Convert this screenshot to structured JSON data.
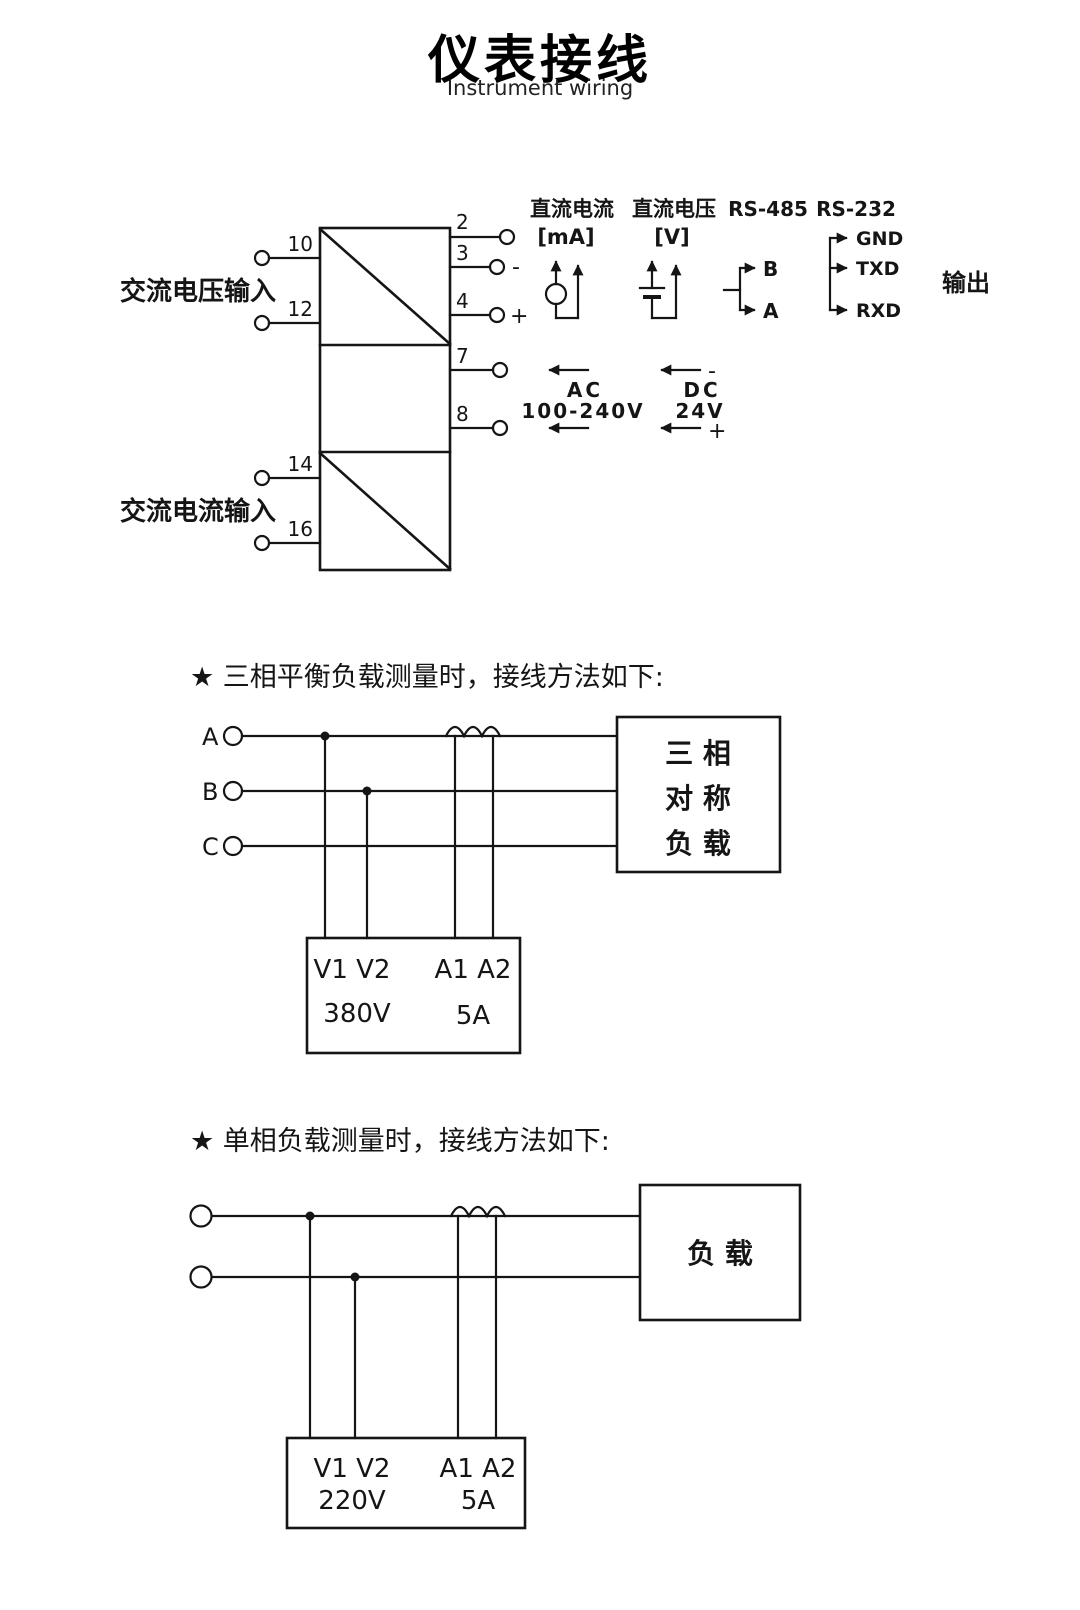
{
  "header": {
    "title": "仪表接线",
    "subtitle": "Instrument wiring"
  },
  "wiring": {
    "ac_voltage_input": "交流电压输入",
    "ac_current_input": "交流电流输入",
    "left_terminals": {
      "t10": "10",
      "t12": "12",
      "t14": "14",
      "t16": "16"
    },
    "right_terminals": {
      "t2": "2",
      "t3": "3",
      "t4": "4",
      "t7": "7",
      "t8": "8"
    },
    "t3_sign": "-",
    "t4_sign": "+",
    "dc_current_label": "直流电流",
    "dc_current_unit": "[mA]",
    "dc_voltage_label": "直流电压",
    "dc_voltage_unit": "[V]",
    "rs485_label": "RS-485",
    "rs485_b": "B",
    "rs485_a": "A",
    "rs232_label": "RS-232",
    "rs232_gnd": "GND",
    "rs232_txd": "TXD",
    "rs232_rxd": "RXD",
    "output_label": "输出",
    "power_ac": "AC",
    "power_ac_range": "100-240V",
    "power_dc": "DC",
    "power_dc_value": "24V",
    "power_dc_minus": "-",
    "power_dc_plus": "+"
  },
  "three_phase": {
    "heading": "★ 三相平衡负载测量时，接线方法如下:",
    "phase_a": "A",
    "phase_b": "B",
    "phase_c": "C",
    "load_lines": [
      "三 相",
      "对 称",
      "负 载"
    ],
    "meter": {
      "voltage_terminals": "V1 V2",
      "current_terminals": "A1 A2",
      "voltage_rating": "380V",
      "current_rating": "5A"
    }
  },
  "single_phase": {
    "heading": "★ 单相负载测量时，接线方法如下:",
    "load_label": "负 载",
    "meter": {
      "voltage_terminals": "V1 V2",
      "current_terminals": "A1 A2",
      "voltage_rating": "220V",
      "current_rating": "5A"
    }
  }
}
